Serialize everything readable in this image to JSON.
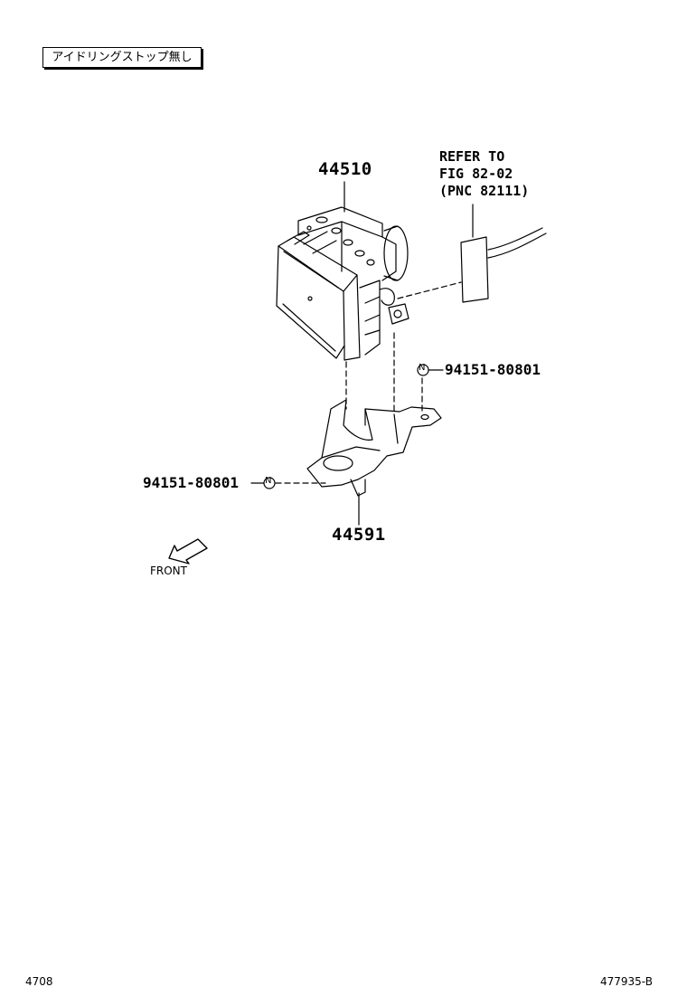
{
  "condition_label": "アイドリングストップ無し",
  "parts": {
    "actuator": "44510",
    "bracket": "44591",
    "nut_right": "94151-80801",
    "nut_left": "94151-80801",
    "nut_symbol": "N"
  },
  "reference": {
    "line1": "REFER TO",
    "line2": "FIG 82-02",
    "line3": "(PNC 82111)"
  },
  "front_label": "FRONT",
  "footer": {
    "left_code": "4708",
    "right_code": "477935-B"
  }
}
